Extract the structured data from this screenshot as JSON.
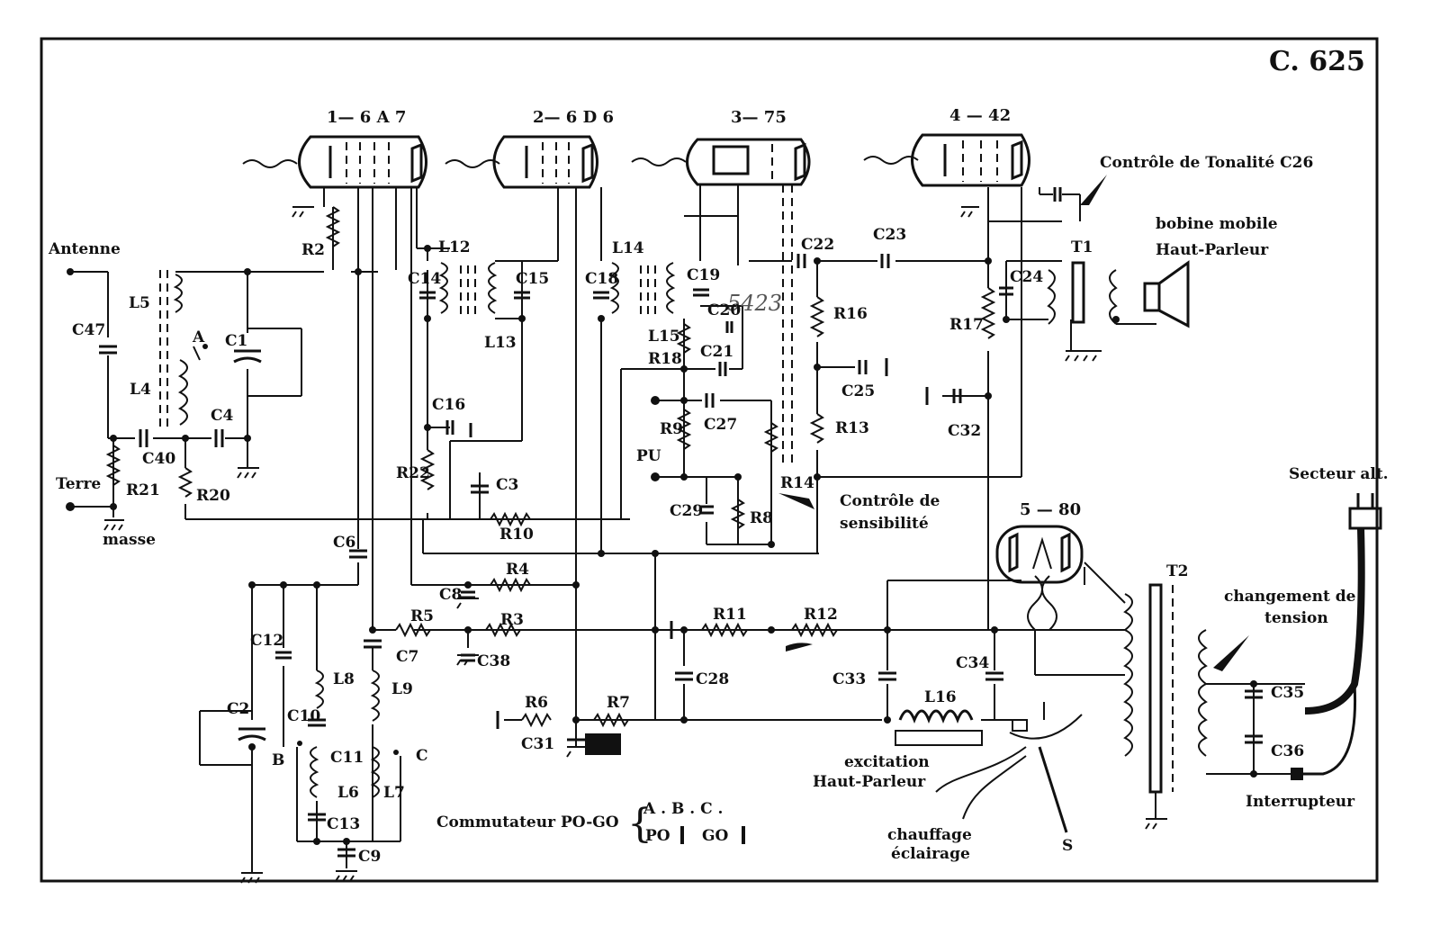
{
  "sheet_code": "C. 625",
  "tubes": [
    {
      "id": "tube-1",
      "label": "1— 6 A 7"
    },
    {
      "id": "tube-2",
      "label": "2— 6 D 6"
    },
    {
      "id": "tube-3",
      "label": "3— 75"
    },
    {
      "id": "tube-4",
      "label": "4 — 42"
    },
    {
      "id": "tube-5",
      "label": "5 — 80"
    }
  ],
  "labels": {
    "antenne": "Antenne",
    "terre": "Terre",
    "masse": "masse",
    "pu": "PU",
    "tone": "Contrôle de Tonalité C26",
    "speaker_1": "bobine mobile",
    "speaker_2": "Haut-Parleur",
    "secteur": "Secteur alt.",
    "tension_1": "changement de",
    "tension_2": "tension",
    "interrupteur": "Interrupteur",
    "sens_1": "Contrôle de",
    "sens_2": "sensibilité",
    "excit_1": "excitation",
    "excit_2": "Haut-Parleur",
    "chauff_1": "chauffage",
    "chauff_2": "éclairage",
    "switch_s": "S",
    "commutateur": "Commutateur PO-GO",
    "abc": "A . B . C .",
    "po": "PO",
    "go": "GO",
    "stamp": "5423",
    "point_a": "A",
    "point_b": "B",
    "point_c": "C"
  },
  "components": {
    "R2": "R2",
    "R3": "R3",
    "R4": "R4",
    "R5": "R5",
    "R6": "R6",
    "R7": "R7",
    "R8": "R8",
    "R9": "R9",
    "R10": "R10",
    "R11": "R11",
    "R12": "R12",
    "R13": "R13",
    "R14": "R14",
    "R16": "R16",
    "R17": "R17",
    "R18": "R18",
    "R20": "R20",
    "R21": "R21",
    "R22": "R22",
    "C1": "C1",
    "C2": "C2",
    "C3": "C3",
    "C4": "C4",
    "C6": "C6",
    "C7": "C7",
    "C8": "C8",
    "C9": "C9",
    "C10": "C10",
    "C11": "C11",
    "C12": "C12",
    "C13": "C13",
    "C14": "C14",
    "C15": "C15",
    "C16": "C16",
    "C18": "C18",
    "C19": "C19",
    "C20": "C20",
    "C21": "C21",
    "C22": "C22",
    "C23": "C23",
    "C24": "C24",
    "C25": "C25",
    "C27": "C27",
    "C28": "C28",
    "C29": "C29",
    "C31": "C31",
    "C32": "C32",
    "C33": "C33",
    "C34": "C34",
    "C35": "C35",
    "C36": "C36",
    "C38": "C38",
    "C40": "C40",
    "C47": "C47",
    "L4": "L4",
    "L5": "L5",
    "L6": "L6",
    "L7": "L7",
    "L8": "L8",
    "L9": "L9",
    "L12": "L12",
    "L13": "L13",
    "L14": "L14",
    "L15": "L15",
    "L16": "L16",
    "T1": "T1",
    "T2": "T2"
  }
}
